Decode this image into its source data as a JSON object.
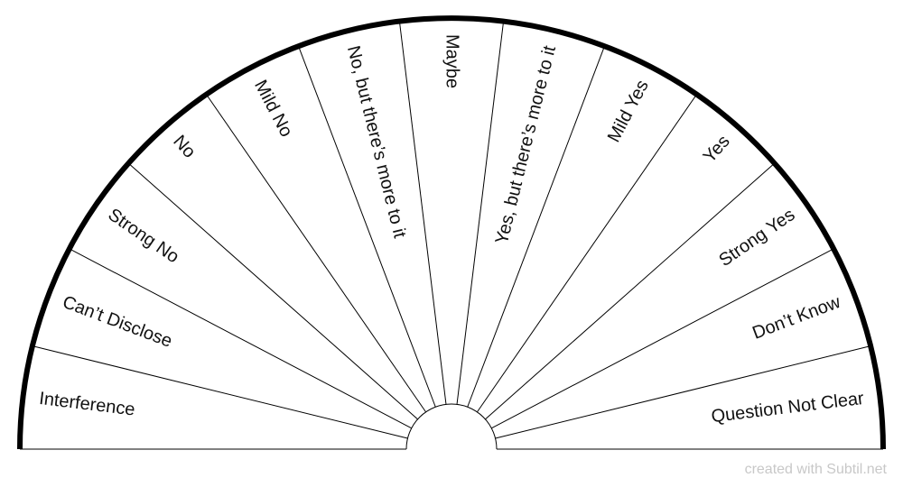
{
  "chart": {
    "segments": [
      "Interference",
      "Can’t Disclose",
      "Strong No",
      "No",
      "Mild No",
      "No, but there’s more to it",
      "Maybe",
      "Yes, but there’s more to it",
      "Mild Yes",
      "Yes",
      "Strong Yes",
      "Don’t Know",
      "Question Not Clear"
    ]
  },
  "watermark": "created with Subtil.net",
  "colors": {
    "stroke": "#000000",
    "text": "#111111",
    "watermark": "#c8c8c8",
    "background": "#ffffff"
  }
}
